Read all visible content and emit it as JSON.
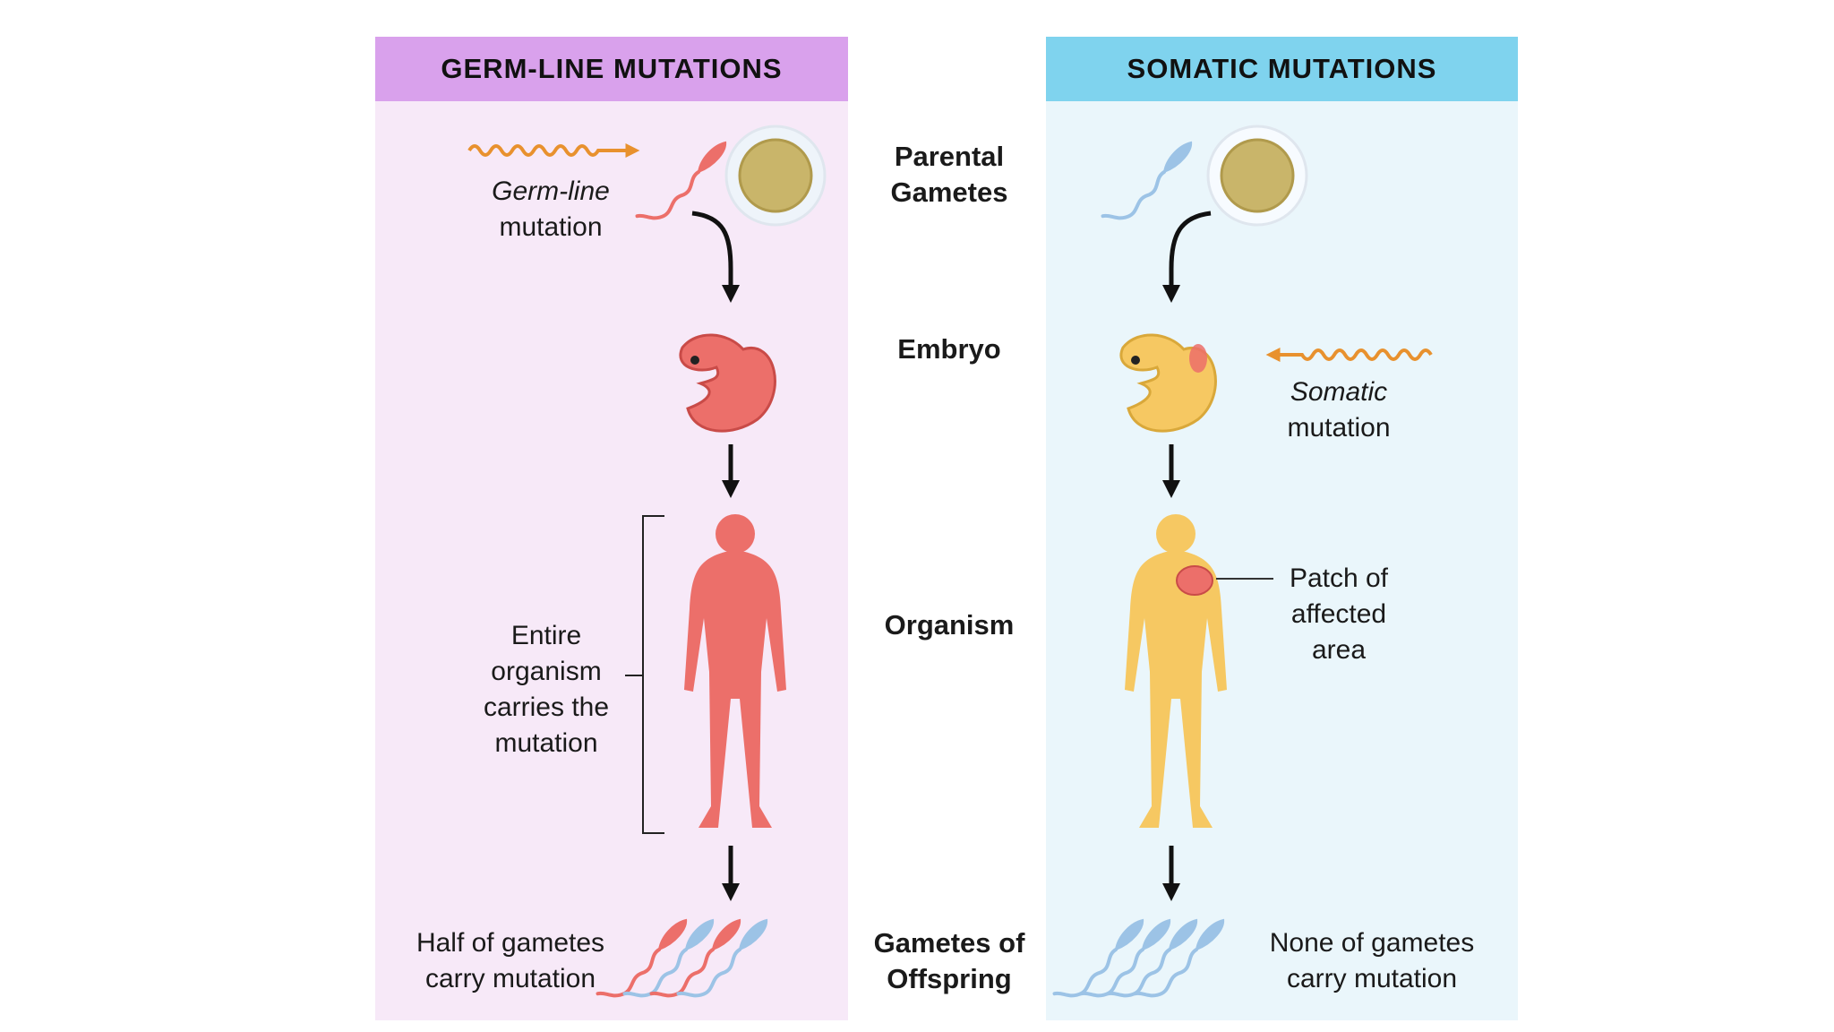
{
  "left_panel": {
    "title": "GERM-LINE MUTATIONS",
    "mutation_label": {
      "line1": "Germ-line",
      "line2": "mutation"
    },
    "organism_note": {
      "line1": "Entire",
      "line2": "organism",
      "line3": "carries the",
      "line4": "mutation"
    },
    "offspring_note": {
      "line1": "Half of gametes",
      "line2": "carry mutation"
    }
  },
  "right_panel": {
    "title": "SOMATIC MUTATIONS",
    "mutation_label": {
      "line1": "Somatic",
      "line2": "mutation"
    },
    "organism_note": {
      "line1": "Patch of",
      "line2": "affected",
      "line3": "area"
    },
    "offspring_note": {
      "line1": "None of gametes",
      "line2": "carry mutation"
    }
  },
  "stages": {
    "parental": {
      "line1": "Parental",
      "line2": "Gametes"
    },
    "embryo": "Embryo",
    "organism": "Organism",
    "offspring": {
      "line1": "Gametes of",
      "line2": "Offspring"
    }
  },
  "colors": {
    "left_header": "#d9a1ec",
    "right_header": "#7fd3ee",
    "left_bg": "#f7e9f8",
    "right_bg": "#eaf6fb",
    "mutated": "#ec6f6a",
    "normal_sperm": "#9cc3e6",
    "somatic_body": "#f6c862",
    "egg": "#c9b56a",
    "radiation": "#e8912e"
  }
}
